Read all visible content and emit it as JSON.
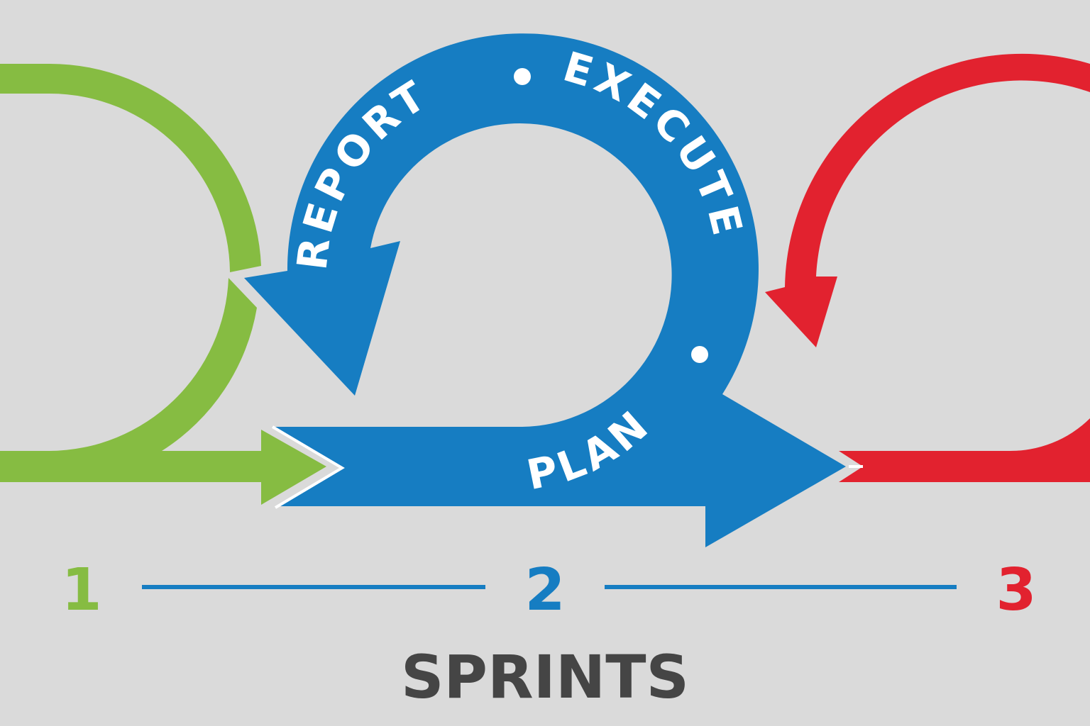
{
  "colors": {
    "background": "#dadada",
    "sprint1": "#86bc42",
    "sprint2": "#167dc2",
    "sprint3": "#e2222f",
    "title": "#454545",
    "cycle_text": "#ffffff"
  },
  "cycle": {
    "words": {
      "plan": "PLAN",
      "execute": "EXECUTE",
      "report": "REPORT"
    },
    "separator": "•"
  },
  "timeline": {
    "sprints": [
      {
        "label": "1",
        "color": "#86bc42"
      },
      {
        "label": "2",
        "color": "#167dc2"
      },
      {
        "label": "3",
        "color": "#e2222f"
      }
    ],
    "connector_color": "#167dc2"
  },
  "title": "SPRINTS"
}
